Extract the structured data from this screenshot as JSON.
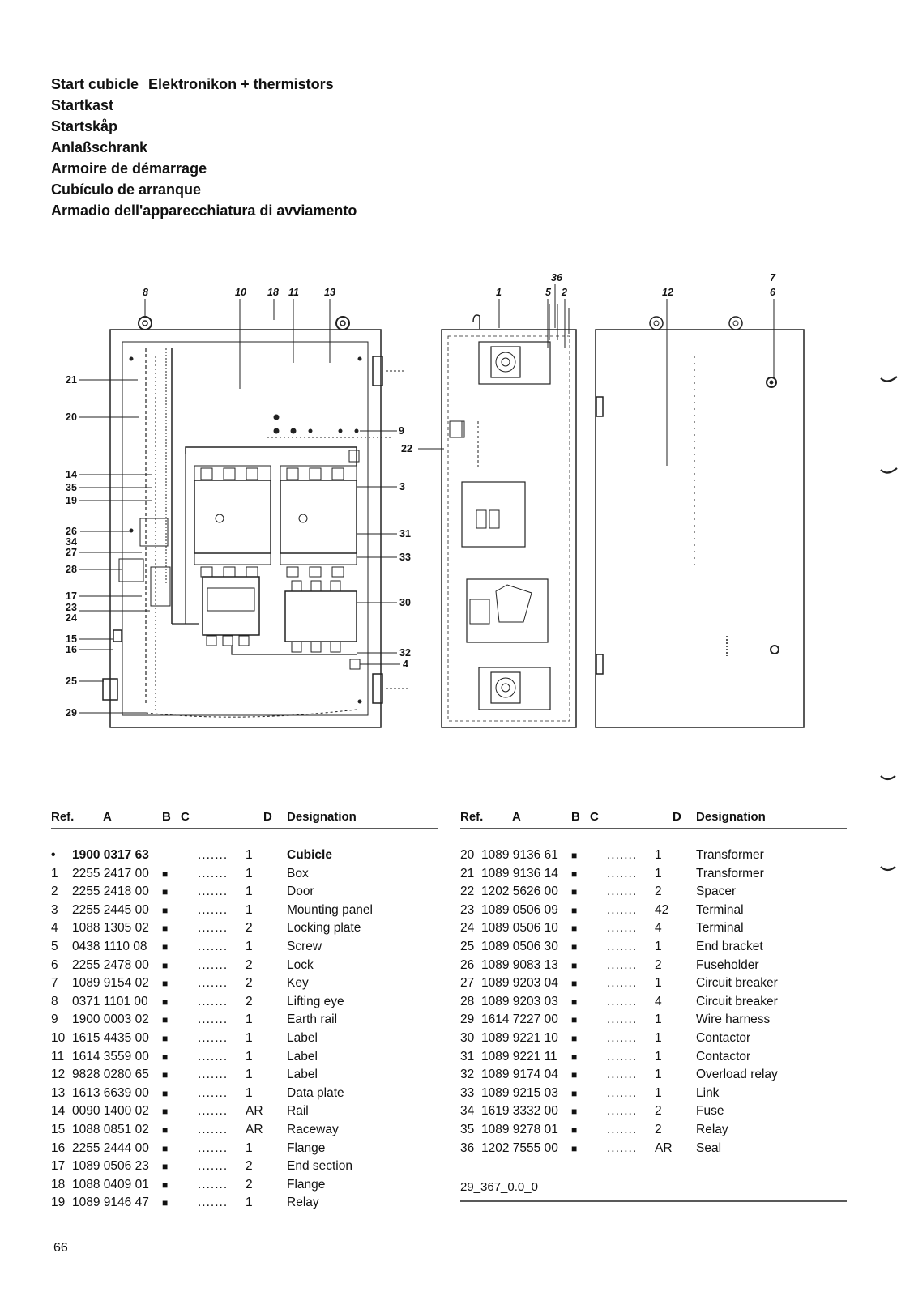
{
  "titles": {
    "line1_a": "Start cubicle",
    "line1_b": "Elektronikon + thermistors",
    "line2": "Startkast",
    "line3": "Startskåp",
    "line4": "Anlaßschrank",
    "line5": "Armoire de démarrage",
    "line6": "Cubículo de arranque",
    "line7": "Armadio dell'apparecchiatura di avviamento"
  },
  "diagram_labels": {
    "top_left": [
      "8",
      "10",
      "18",
      "11",
      "13"
    ],
    "top_mid": [
      "36",
      "1",
      "5",
      "2"
    ],
    "top_right": [
      "7",
      "6",
      "12"
    ],
    "left": [
      "21",
      "20",
      "14",
      "35",
      "19",
      "26",
      "34",
      "27",
      "28",
      "17",
      "23",
      "24",
      "15",
      "16",
      "25",
      "29"
    ],
    "right": [
      "9",
      "22",
      "3",
      "31",
      "33",
      "30",
      "32",
      "4"
    ]
  },
  "table_headers": {
    "ref": "Ref.",
    "a": "A",
    "b": "B",
    "c": "C",
    "d": "D",
    "designation": "Designation"
  },
  "parts_left": [
    {
      "ref": "•",
      "a": "1900 0317 63",
      "mark": "",
      "dots": ".......",
      "qty": "1",
      "designation": "Cubicle",
      "bold": true
    },
    {
      "ref": "1",
      "a": "2255 2417 00",
      "mark": "■",
      "dots": ".......",
      "qty": "1",
      "designation": "Box"
    },
    {
      "ref": "2",
      "a": "2255 2418 00",
      "mark": "■",
      "dots": ".......",
      "qty": "1",
      "designation": "Door"
    },
    {
      "ref": "3",
      "a": "2255 2445 00",
      "mark": "■",
      "dots": ".......",
      "qty": "1",
      "designation": "Mounting panel"
    },
    {
      "ref": "4",
      "a": "1088 1305 02",
      "mark": "■",
      "dots": ".......",
      "qty": "2",
      "designation": "Locking plate"
    },
    {
      "ref": "5",
      "a": "0438 1110 08",
      "mark": "■",
      "dots": ".......",
      "qty": "1",
      "designation": "Screw"
    },
    {
      "ref": "6",
      "a": "2255 2478 00",
      "mark": "■",
      "dots": ".......",
      "qty": "2",
      "designation": "Lock"
    },
    {
      "ref": "7",
      "a": "1089 9154 02",
      "mark": "■",
      "dots": ".......",
      "qty": "2",
      "designation": "Key"
    },
    {
      "ref": "8",
      "a": "0371 1101 00",
      "mark": "■",
      "dots": ".......",
      "qty": "2",
      "designation": "Lifting eye"
    },
    {
      "ref": "9",
      "a": "1900 0003 02",
      "mark": "■",
      "dots": ".......",
      "qty": "1",
      "designation": "Earth rail"
    },
    {
      "ref": "10",
      "a": "1615 4435 00",
      "mark": "■",
      "dots": ".......",
      "qty": "1",
      "designation": "Label"
    },
    {
      "ref": "11",
      "a": "1614 3559 00",
      "mark": "■",
      "dots": ".......",
      "qty": "1",
      "designation": "Label"
    },
    {
      "ref": "12",
      "a": "9828 0280 65",
      "mark": "■",
      "dots": ".......",
      "qty": "1",
      "designation": "Label"
    },
    {
      "ref": "13",
      "a": "1613 6639 00",
      "mark": "■",
      "dots": ".......",
      "qty": "1",
      "designation": "Data plate"
    },
    {
      "ref": "14",
      "a": "0090 1400 02",
      "mark": "■",
      "dots": ".......",
      "qty": "AR",
      "designation": "Rail"
    },
    {
      "ref": "15",
      "a": "1088 0851 02",
      "mark": "■",
      "dots": ".......",
      "qty": "AR",
      "designation": "Raceway"
    },
    {
      "ref": "16",
      "a": "2255 2444 00",
      "mark": "■",
      "dots": ".......",
      "qty": "1",
      "designation": "Flange"
    },
    {
      "ref": "17",
      "a": "1089 0506 23",
      "mark": "■",
      "dots": ".......",
      "qty": "2",
      "designation": "End section"
    },
    {
      "ref": "18",
      "a": "1088 0409 01",
      "mark": "■",
      "dots": ".......",
      "qty": "2",
      "designation": "Flange"
    },
    {
      "ref": "19",
      "a": "1089 9146 47",
      "mark": "■",
      "dots": ".......",
      "qty": "1",
      "designation": "Relay"
    }
  ],
  "parts_right": [
    {
      "ref": "20",
      "a": "1089 9136 61",
      "mark": "■",
      "dots": ".......",
      "qty": "1",
      "designation": "Transformer"
    },
    {
      "ref": "21",
      "a": "1089 9136 14",
      "mark": "■",
      "dots": ".......",
      "qty": "1",
      "designation": "Transformer"
    },
    {
      "ref": "22",
      "a": "1202 5626 00",
      "mark": "■",
      "dots": ".......",
      "qty": "2",
      "designation": "Spacer"
    },
    {
      "ref": "23",
      "a": "1089 0506 09",
      "mark": "■",
      "dots": ".......",
      "qty": "42",
      "designation": "Terminal"
    },
    {
      "ref": "24",
      "a": "1089 0506 10",
      "mark": "■",
      "dots": ".......",
      "qty": "4",
      "designation": "Terminal"
    },
    {
      "ref": "25",
      "a": "1089 0506 30",
      "mark": "■",
      "dots": ".......",
      "qty": "1",
      "designation": "End bracket"
    },
    {
      "ref": "26",
      "a": "1089 9083 13",
      "mark": "■",
      "dots": ".......",
      "qty": "2",
      "designation": "Fuseholder"
    },
    {
      "ref": "27",
      "a": "1089 9203 04",
      "mark": "■",
      "dots": ".......",
      "qty": "1",
      "designation": "Circuit breaker"
    },
    {
      "ref": "28",
      "a": "1089 9203 03",
      "mark": "■",
      "dots": ".......",
      "qty": "4",
      "designation": "Circuit breaker"
    },
    {
      "ref": "29",
      "a": "1614 7227 00",
      "mark": "■",
      "dots": ".......",
      "qty": "1",
      "designation": "Wire harness"
    },
    {
      "ref": "30",
      "a": "1089 9221 10",
      "mark": "■",
      "dots": ".......",
      "qty": "1",
      "designation": "Contactor"
    },
    {
      "ref": "31",
      "a": "1089 9221 11",
      "mark": "■",
      "dots": ".......",
      "qty": "1",
      "designation": "Contactor"
    },
    {
      "ref": "32",
      "a": "1089 9174 04",
      "mark": "■",
      "dots": ".......",
      "qty": "1",
      "designation": "Overload relay"
    },
    {
      "ref": "33",
      "a": "1089 9215 03",
      "mark": "■",
      "dots": ".......",
      "qty": "1",
      "designation": "Link"
    },
    {
      "ref": "34",
      "a": "1619 3332 00",
      "mark": "■",
      "dots": ".......",
      "qty": "2",
      "designation": "Fuse"
    },
    {
      "ref": "35",
      "a": "1089 9278 01",
      "mark": "■",
      "dots": ".......",
      "qty": "2",
      "designation": "Relay"
    },
    {
      "ref": "36",
      "a": "1202 7555 00",
      "mark": "■",
      "dots": ".......",
      "qty": "AR",
      "designation": "Seal"
    }
  ],
  "drawing_code": "29_367_0.0_0",
  "page_number": "66"
}
